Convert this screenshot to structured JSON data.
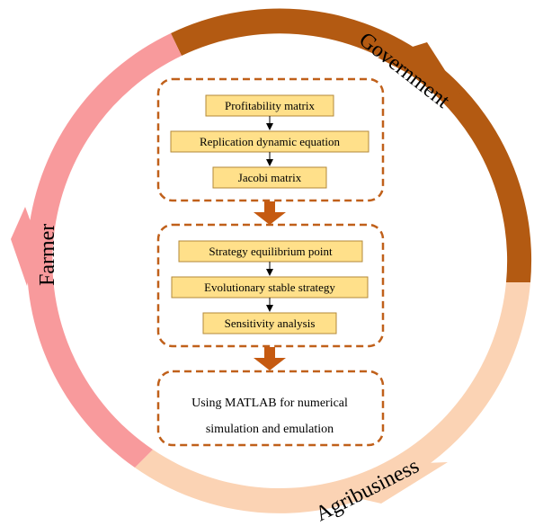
{
  "ring": {
    "government": {
      "label": "Government",
      "color": "#b35a12"
    },
    "agribusiness": {
      "label": "Agribusiness",
      "color": "#fbd3b4"
    },
    "farmer": {
      "label": "Farmer",
      "color": "#f89a9c"
    }
  },
  "stage1": {
    "steps": [
      "Profitability matrix",
      "Replication dynamic equation",
      "Jacobi matrix"
    ]
  },
  "stage2": {
    "steps": [
      "Strategy equilibrium point",
      "Evolutionary stable strategy",
      "Sensitivity analysis"
    ]
  },
  "stage3": {
    "lines": [
      "Using MATLAB  for numerical",
      "simulation and emulation"
    ]
  },
  "colors": {
    "box_fill": "#ffe08a",
    "box_border": "#b3893a",
    "dashed_border": "#c0601a",
    "flow_arrow": "#c55a11"
  }
}
